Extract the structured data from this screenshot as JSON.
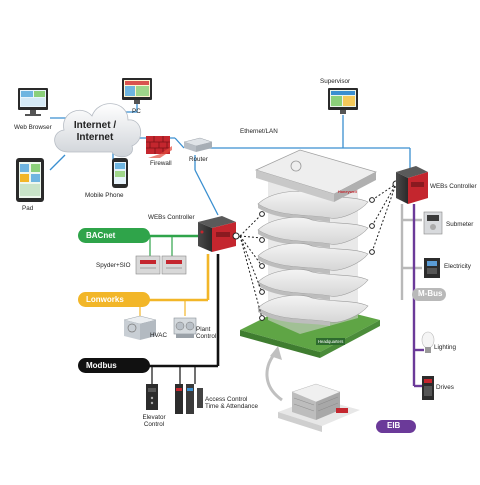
{
  "cloud": {
    "line1": "Internet /",
    "line2": "Internet"
  },
  "devices": {
    "web_browser": "Web Browser",
    "pc": "PC",
    "pad": "Pad",
    "mobile_phone": "Mobile Phone",
    "firewall": "Firewall",
    "router": "Router",
    "supervisor": "Supervisor"
  },
  "network": {
    "ethernet": "Ethernet/LAN"
  },
  "controllers": {
    "left": "WEBs Controller",
    "right": "WEBs Controller"
  },
  "buses": {
    "bacnet": "BACnet",
    "lonworks": "Lonworks",
    "modbus": "Modbus",
    "mbus": "M-Bus",
    "eib": "EIB"
  },
  "bus_colors": {
    "bacnet": "#2fa44a",
    "lonworks": "#f2b628",
    "modbus": "#111111",
    "mbus": "#b9b9b9",
    "eib": "#6b3a99",
    "ethernet": "#3a8fd0"
  },
  "field_devices": {
    "spyder": "Spyder+SIO",
    "hvac": "HVAC",
    "plant_control_1": "Plant",
    "plant_control_2": "Control",
    "elevator_1": "Elevator",
    "elevator_2": "Control",
    "access_1": "Access Control",
    "access_2": "Time & Attendance",
    "submeter": "Submeter",
    "electricity": "Electricity",
    "lighting": "Lighting",
    "drives": "Drives"
  },
  "building": {
    "sign": "Headquarters",
    "brand": "Honeywell"
  }
}
